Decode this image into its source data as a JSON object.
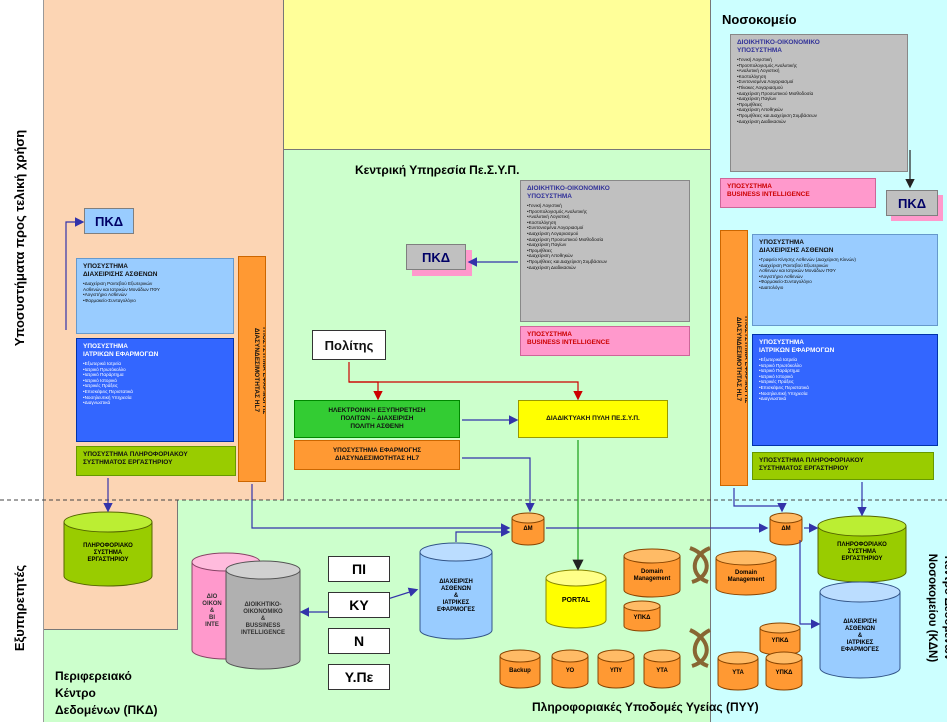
{
  "zone_labels": {
    "end_user_systems": "Υποσυστήματα προς τελική χρήση",
    "servers": "Εξυπηρετητές",
    "hospital": "Νοσοκομείο",
    "central_service": "Κεντρική Υπηρεσία Πε.Σ.Υ.Π.",
    "regional_dc": "Περιφερειακό\nΚέντρο\nΔεδομένων (ΠΚΔ)",
    "health_infra": "Πληροφοριακές Υποδομές Υγείας (ΠΥΥ)",
    "hospital_dc": "Κέντρο Δεδομένων\nΝοσοκομείου (ΚΔΝ)"
  },
  "pkd_label": "ΠΚΔ",
  "left": {
    "patient_mgmt_title": "ΥΠΟΣΥΣΤΗΜΑ\nΔΙΑΧΕΙΡΙΣΗΣ ΑΣΘΕΝΩΝ",
    "patient_mgmt_items": [
      "•Διαχείριση Ραντεβού Εξωτερικών",
      "  Ασθενών και Ιατρικών Μονάδων ΠΦΥ",
      "•Λογιστήριο Ασθενών",
      "•Φαρμακείο-Συνταγολόγιο"
    ],
    "medical_apps_title": "ΥΠΟΣΥΣΤΗΜΑ\nΙΑΤΡΙΚΩΝ ΕΦΑΡΜΟΓΩΝ",
    "medical_apps_items": [
      "•Εξωτερικά Ιατρεία",
      "•Ιατρικό Πρωτόκολλο",
      "•Ιατρικό Παράρτημα",
      "•Ιατρικό Ιστορικό",
      "•Ιατρικές Πράξεις",
      "•Επισκέψεις Περιστατικά",
      "•Νοσηλευτική Υπηρεσία",
      "•Διαγνωστικά"
    ],
    "lab_title": "ΥΠΟΣΥΣΤΗΜΑ ΠΛΗΡΟΦΟΡΙΑΚΟΥ\nΣΥΣΤΗΜΑΤΟΣ ΕΡΓΑΣΤΗΡΙΟΥ",
    "hl7_vertical": "ΥΠΟΣΥΣΤΗΜΑ ΕΦΑΡΜΟΓΗΣ\nΔΙΑΣΥΝΔΕΣΙΜΟΤΗΤΑΣ HL7"
  },
  "center": {
    "admin_title": "ΔΙΟΙΚΗΤΙΚΟ-ΟΙΚΟΝΟΜΙΚΟ\nΥΠΟΣΥΣΤΗΜΑ",
    "admin_items": [
      "•Γενική Λογιστική",
      "•Προϋπολογισμός Αναλυτικής",
      "•Αναλυτική Λογιστική",
      "•Κοστολόγηση",
      "•Συντονισμένα Λογαριασμοί",
      "•Διαχείριση Λογαριασμού",
      "•Διαχείριση Προσωπικού Μισθοδοσία",
      "•Διαχείριση Παγίων",
      "•Προμήθειες",
      "•Διαχείριση Αποθηκών",
      "•Προμήθειες και Διαχείριση Συμβάσεων",
      "•Διαχείριση Διαδικασιών"
    ],
    "bi_title": "ΥΠΟΣΥΣΤΗΜΑ\nBUSINESS INTELLIGENCE",
    "citizen": "Πολίτης",
    "eservice_title": "ΗΛΕΚΤΡΟΝΙΚΗ ΕΞΥΠΗΡΕΤΗΣΗ\nΠΟΛΙΤΩΝ – ΔΙΑΧΕΙΡΙΣΗ\nΠΟΛΙΤΗ ΑΣΘΕΝΗ",
    "portal_title": "ΔΙΑΔΙΚΤΥΑΚΗ ΠΥΛΗ Πε.Σ.Υ.Π.",
    "hl7_title": "ΥΠΟΣΥΣΤΗΜΑ ΕΦΑΡΜΟΓΗΣ\nΔΙΑΣΥΝΔΕΣΙΜΟΤΗΤΑΣ HL7"
  },
  "right": {
    "admin_title": "ΔΙΟΙΚΗΤΙΚΟ-ΟΙΚΟΝΟΜΙΚΟ\nΥΠΟΣΥΣΤΗΜΑ",
    "admin_items": [
      "•Γενική Λογιστική",
      "•Προϋπολογισμός Αναλυτικής",
      "•Αναλυτική Λογιστική",
      "•Κοστολόγηση",
      "•Συντονισμένα Λογαριασμοί",
      "•Πίνακες Λογαριασμού",
      "•Διαχείριση Προσωπικού Μισθοδοσία",
      "•Διαχείριση Παγίων",
      "•Προμήθειες",
      "•Διαχείριση Αποθηκών",
      "•Προμήθειες και Διαχείριση Συμβάσεων",
      "•Διαχείριση Διαδικασιών"
    ],
    "bi_title": "ΥΠΟΣΥΣΤΗΜΑ\nBUSINESS INTELLIGENCE",
    "patient_mgmt_title": "ΥΠΟΣΥΣΤΗΜΑ\nΔΙΑΧΕΙΡΙΣΗΣ ΑΣΘΕΝΩΝ",
    "patient_mgmt_items": [
      "•Γραφείο Κίνησης Ασθενών (Διαχείριση Κλινών)",
      "•Διαχείριση Ραντεβού Εξωτερικών",
      "  Ασθενών και Ιατρικών Μονάδων ΠΦΥ",
      "•Λογιστήριο Ασθενών",
      "•Φαρμακείο-Συνταγολόγιο",
      "•Διαιτολόγιο"
    ],
    "medical_apps_title": "ΥΠΟΣΥΣΤΗΜΑ\nΙΑΤΡΙΚΩΝ ΕΦΑΡΜΟΓΩΝ",
    "medical_apps_items": [
      "•Εξωτερικά Ιατρεία",
      "•Ιατρικό Πρωτόκολλο",
      "•Ιατρικό Παράρτημα",
      "•Ιατρικό Ιστορικό",
      "•Ιατρικές Πράξεις",
      "•Επισκέψεις Περιστατικά",
      "•Νοσηλευτική Υπηρεσία",
      "•Διαγνωστικά"
    ],
    "lab_title": "ΥΠΟΣΥΣΤΗΜΑ ΠΛΗΡΟΦΟΡΙΑΚΟΥ\nΣΥΣΤΗΜΑΤΟΣ ΕΡΓΑΣΤΗΡΙΟΥ",
    "hl7_vertical": "ΥΠΟΣΥΣΤΗΜΑ ΕΦΑΡΜΟΓΗΣ\nΔΙΑΣΥΝΔΕΣΙΜΟΤΗΤΑΣ HL7"
  },
  "servers": {
    "lab_left": "ΠΛΗΡΟΦΟΡΙΑΚΟ\nΣΥΣΤΗΜΑ\nΕΡΓΑΣΤΗΡΙΟΥ",
    "admin_db_front": "ΔΙΟΙΚΗΤΙΚΟ-\nΟΙΚΟΝΟΜΙΚΟ\n&\nBUSSINESS\nINTELLIGENCE",
    "admin_db_back": "ΔΙΟ\nΟΙΚΟΝ\n&\nBI\nINTE",
    "codes": [
      "ΠΙ",
      "ΚΥ",
      "Ν",
      "Υ.Πε"
    ],
    "patient_db_center": "ΔΙΑΧΕΙΡΙΣΗ\nΑΣΘΕΝΩΝ\n&\nΙΑΤΡΙΚΕΣ\nΕΦΑΡΜΟΓΕΣ",
    "dm_label": "ΔΜ",
    "portal_label": "PORTAL",
    "domain_mgmt": "Domain\nManagement",
    "ypkd": "ΥΠΚΔ",
    "backup": "Backup",
    "yo": "ΥΟ",
    "ypy": "ΥΠΥ",
    "yta": "ΥΤΑ",
    "lab_right": "ΠΛΗΡΟΦΟΡΙΑΚΟ\nΣΥΣΤΗΜΑ\nΕΡΓΑΣΤΗΡΙΟΥ",
    "patient_db_right": "ΔΙΑΧΕΙΡΙΣΗ\nΑΣΘΕΝΩΝ\n&\nΙΑΤΡΙΚΕΣ\nΕΦΑΡΜΟΓΕΣ"
  },
  "colors": {
    "orange_zone": "#fcd5b4",
    "yellow_zone": "#ffff99",
    "green_zone": "#ccffcc",
    "cyan_zone": "#ccffff",
    "gray_box": "#c0c0c0",
    "pink_box": "#ff99cc",
    "light_blue_box": "#99ccff",
    "blue_box": "#3366ff",
    "olive_box": "#99cc00",
    "orange_box": "#ff9933",
    "green_box": "#33cc33",
    "yellow_box": "#ffff00"
  }
}
